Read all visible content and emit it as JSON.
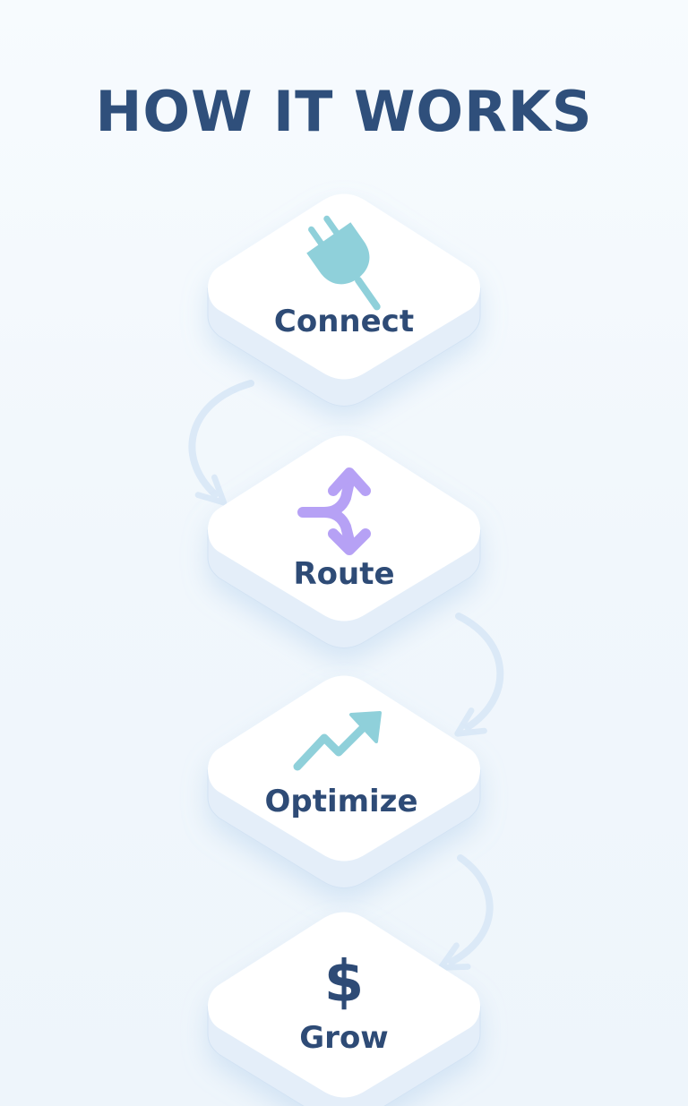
{
  "heading": "HOW IT WORKS",
  "steps": [
    {
      "label": "Connect",
      "icon": "plug-icon",
      "icon_color": "#8fd0da"
    },
    {
      "label": "Route",
      "icon": "split-arrows-icon",
      "icon_color": "#b6a1f5"
    },
    {
      "label": "Optimize",
      "icon": "trend-up-arrow-icon",
      "icon_color": "#8fd0da"
    },
    {
      "label": "Grow",
      "icon": "dollar-icon",
      "icon_color": "#2e4b76"
    }
  ],
  "colors": {
    "title": "#2f4f7b",
    "label": "#2e4b76",
    "tile_top": "#ffffff",
    "tile_side": "#e4eef9",
    "connector": "#dbe9f7"
  }
}
